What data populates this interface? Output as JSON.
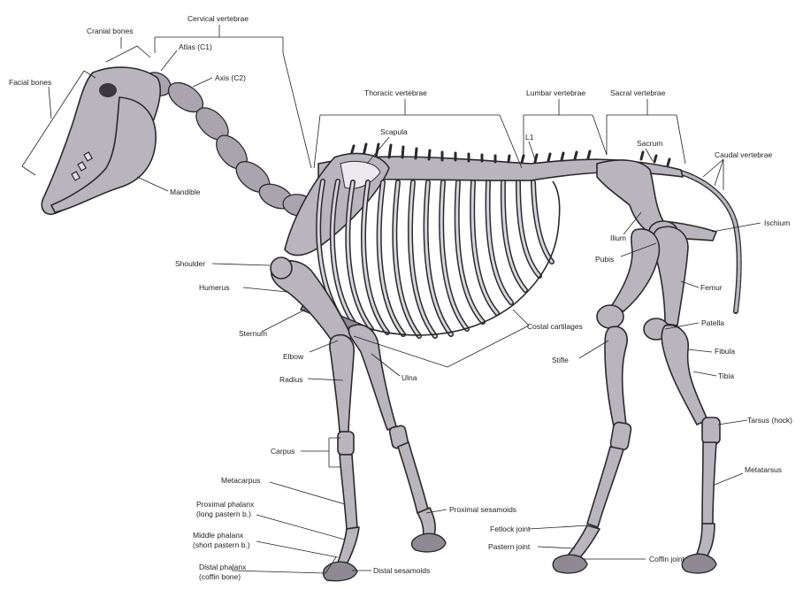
{
  "labels": {
    "cervical_vertebrae": "Cervical vertebrae",
    "cranial_bones": "Cranial bones",
    "atlas": "Atlas (C1)",
    "axis": "Axis (C2)",
    "facial_bones": "Facial bones",
    "mandible": "Mandible",
    "thoracic_vertebrae": "Thoracic vertebrae",
    "lumbar_vertebrae": "Lumbar vertebrae",
    "sacral_vertebrae": "Sacral vertebrae",
    "scapula": "Scapula",
    "l1": "L1",
    "sacrum": "Sacrum",
    "caudal_vertebrae": "Caudal vertebrae",
    "ischium": "Ischium",
    "ilium": "Ilium",
    "pubis": "Pubis",
    "shoulder": "Shoulder",
    "humerus": "Humerus",
    "femur": "Femur",
    "sternum": "Sternum",
    "costal_cartilages": "Costal cartilages",
    "patella": "Patella",
    "elbow": "Elbow",
    "stifle": "Stifle",
    "fibula": "Fibula",
    "ulna": "Ulna",
    "radius": "Radius",
    "tibia": "Tibia",
    "tarsus": "Tarsus (hock)",
    "carpus": "Carpus",
    "metatarsus": "Metatarsus",
    "metacarpus": "Metacarpus",
    "proximal_phalanx": "Proximal phalanx (long pastern b.)",
    "proximal_sesamoids": "Proximal sesamoids",
    "fetlock_joint": "Fetlock joint",
    "pastern_joint": "Pastern joint",
    "middle_phalanx": "Middle phalanx (short pastern b.)",
    "coffin_joint": "Coffin joint",
    "distal_phalanx": "Distal phalanx (coffin bone)",
    "distal_sesamoids": "Distal sesamoids"
  }
}
